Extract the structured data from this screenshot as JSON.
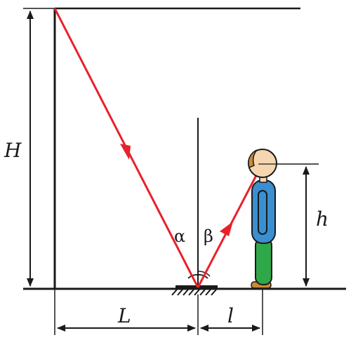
{
  "labels": {
    "H": "H",
    "h": "h",
    "L": "L",
    "l": "l",
    "alpha": "α",
    "beta": "β"
  },
  "colors": {
    "ray": "#e8202a",
    "line": "#1a1a1a",
    "shirt": "#3a8fd1",
    "pants": "#2fa84a",
    "skin": "#f6d6b0",
    "hair": "#c98a3a",
    "shoes": "#c98a3a"
  }
}
